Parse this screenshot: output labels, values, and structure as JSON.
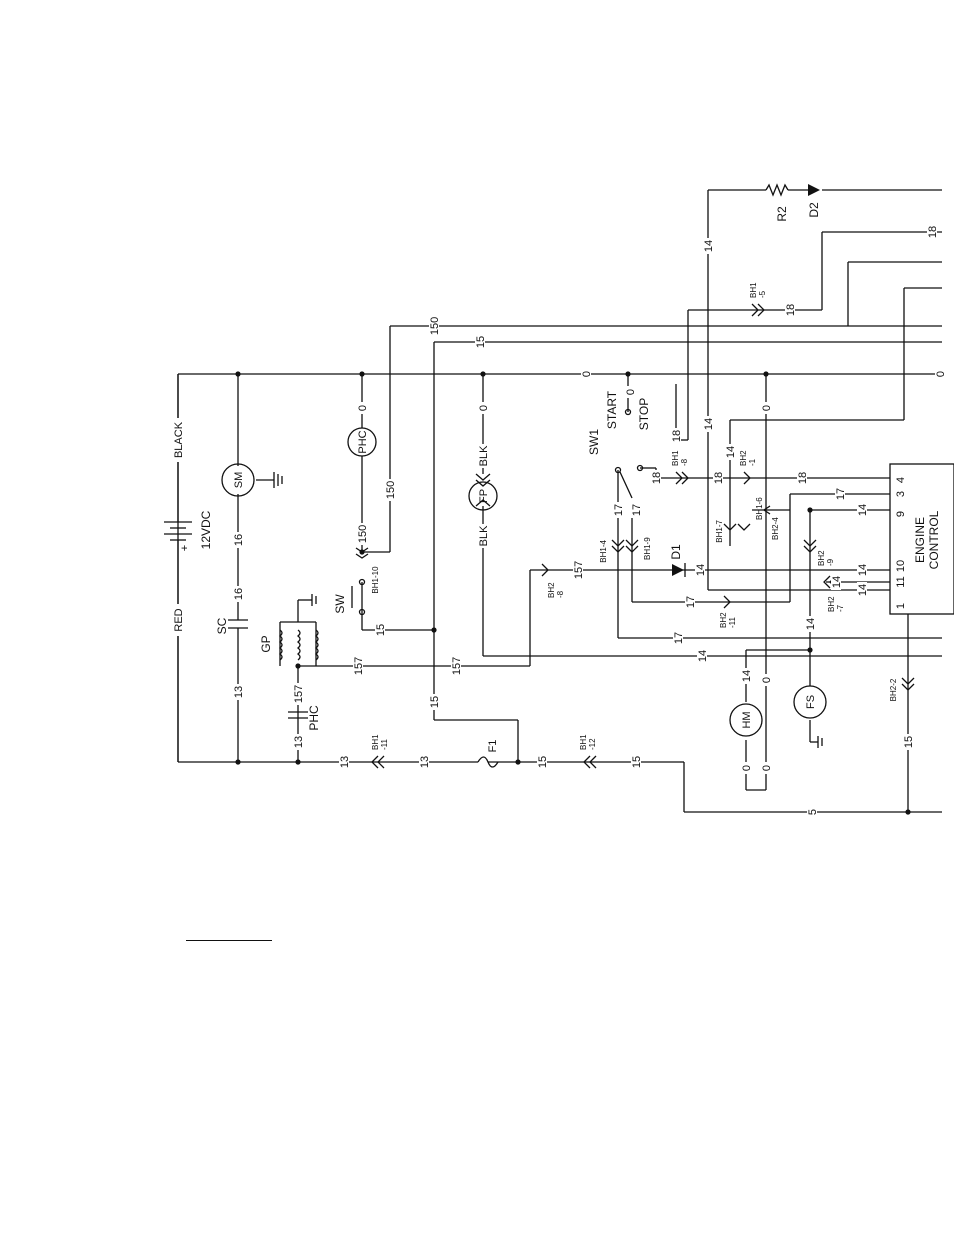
{
  "components": {
    "battery": {
      "plus": "+",
      "voltage": "12VDC"
    },
    "wire_red": "RED",
    "wire_black": "BLACK",
    "starter_motor": "SM",
    "starter_contactor": "SC",
    "preheat_contactor_top": "PHC",
    "preheat_contactor_bottom": "PHC",
    "glow_plugs": "GP",
    "switch": "SW",
    "fuel_pump": "FP",
    "fuse": "F1",
    "switch1": "SW1",
    "start": "START",
    "stop": "STOP",
    "diode1": "D1",
    "diode2": "D2",
    "resistor2": "R2",
    "hour_meter": "HM",
    "fuel_solenoid": "FS",
    "engine_control_1": "ENGINE",
    "engine_control_2": "CONTROL"
  },
  "wire_numbers": {
    "w0": "0",
    "w5": "5",
    "w13": "13",
    "w14": "14",
    "w15": "15",
    "w16": "16",
    "w17": "17",
    "w18": "18",
    "w150": "150",
    "w157": "157",
    "blk": "BLK"
  },
  "connectors": {
    "bh1_1": "BH1",
    "bh1_10": "BH1-10",
    "bh1_4": "BH1-4",
    "bh1_9": "BH1-9",
    "bh1_7": "BH1-7",
    "bh1_6": "BH1-6",
    "bh1_5": "-5",
    "bh1_8": "-8",
    "bh1_11": "-11",
    "bh1_12": "-12",
    "bh2_1": "BH2",
    "bh2_4": "BH2-4",
    "bh2_2": "BH2-2",
    "bh2_m1": "-1",
    "bh2_m8": "-8",
    "bh2_m9": "-9",
    "bh2_m11": "-11",
    "bh2_m7": "-7"
  },
  "terminals": {
    "t1": "1",
    "t3": "3",
    "t4": "4",
    "t9": "9",
    "t10": "10",
    "t11": "11"
  }
}
